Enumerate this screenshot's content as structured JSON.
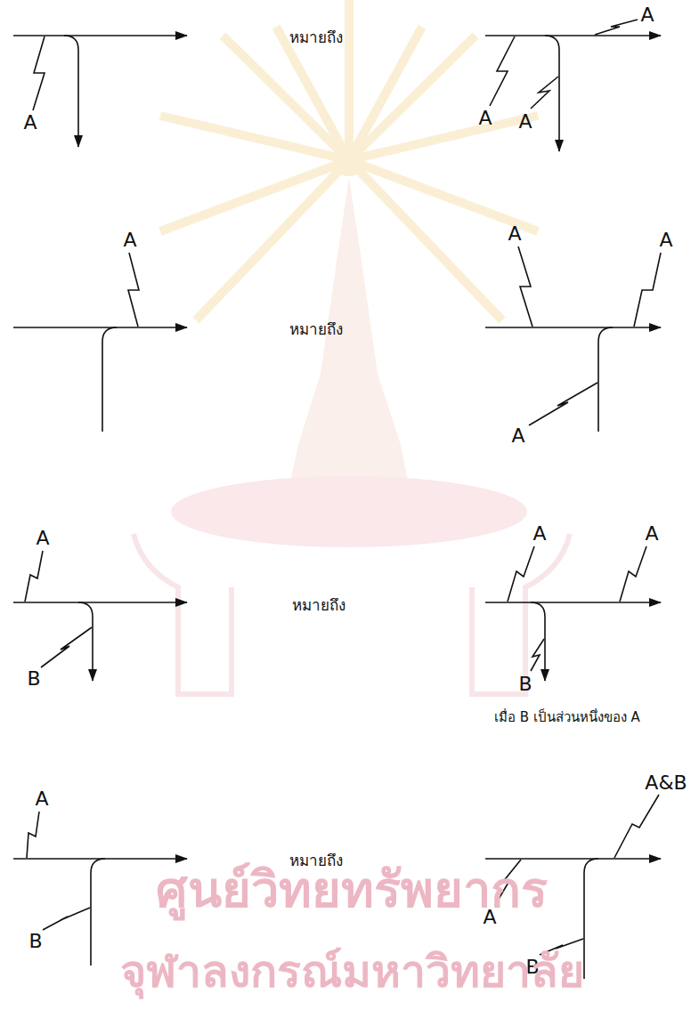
{
  "diagram": {
    "labels": [
      "A",
      "หมายถึง",
      "A",
      "A",
      "A",
      "A",
      "หมายถึง",
      "A",
      "A",
      "A",
      "A",
      "หมายถึง",
      "A",
      "A",
      "B",
      "B",
      "เมื่อ B เป็นส่วนหนึ่งของ A",
      "ศูนย์วิทยทรัพยากร",
      "A",
      "หมายถึง",
      "A&B",
      "A",
      "B",
      "B",
      "จุฬาลงกรณ์มหาวิทยาลัย"
    ]
  }
}
